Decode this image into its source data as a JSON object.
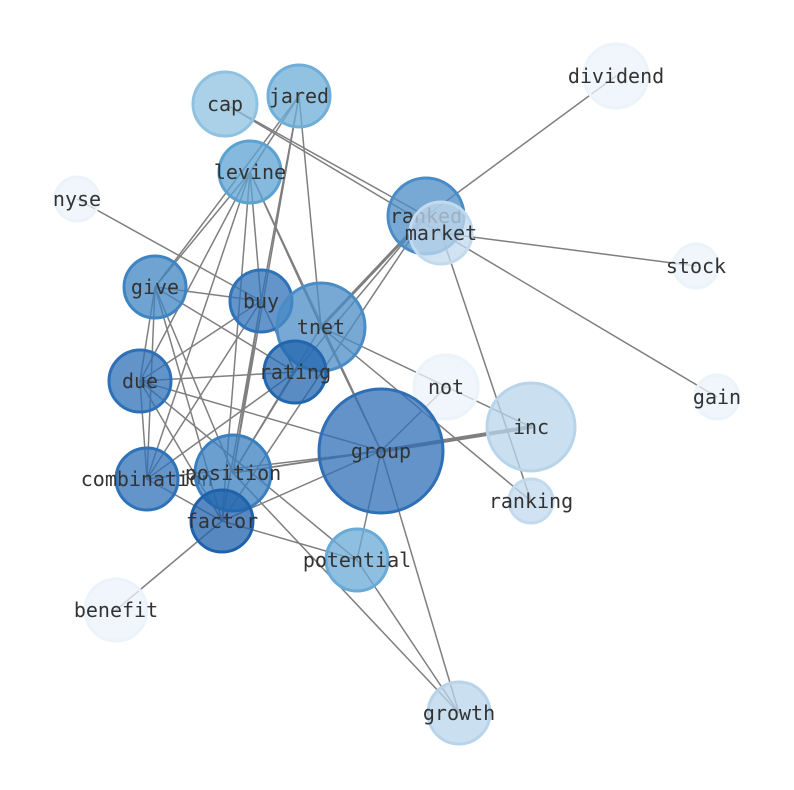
{
  "diagram": {
    "type": "network",
    "nodes": [
      {
        "id": "dividend",
        "label": "dividend",
        "color": "#ebf3fb"
      },
      {
        "id": "cap",
        "label": "cap",
        "color": "#8fc2e1"
      },
      {
        "id": "jared",
        "label": "jared",
        "color": "#6eaed8"
      },
      {
        "id": "levine",
        "label": "levine",
        "color": "#5ca2d1"
      },
      {
        "id": "nyse",
        "label": "nyse",
        "color": "#ebf3fb"
      },
      {
        "id": "ranked",
        "label": "ranked",
        "color": "#4a8cc6"
      },
      {
        "id": "market",
        "label": "market",
        "color": "#c2daee"
      },
      {
        "id": "stock",
        "label": "stock",
        "color": "#ebf3fb"
      },
      {
        "id": "give",
        "label": "give",
        "color": "#3f84c2"
      },
      {
        "id": "buy",
        "label": "buy",
        "color": "#2f72b8"
      },
      {
        "id": "tnet",
        "label": "tnet",
        "color": "#4a8cc6"
      },
      {
        "id": "rating",
        "label": "rating",
        "color": "#2266ae"
      },
      {
        "id": "due",
        "label": "due",
        "color": "#2e70b7"
      },
      {
        "id": "not",
        "label": "not",
        "color": "#ebf3fb"
      },
      {
        "id": "gain",
        "label": "gain",
        "color": "#ebf3fb"
      },
      {
        "id": "inc",
        "label": "inc",
        "color": "#b8d4ea"
      },
      {
        "id": "group",
        "label": "group",
        "color": "#2f6fb5"
      },
      {
        "id": "combination",
        "label": "combination",
        "color": "#2f72b8"
      },
      {
        "id": "position",
        "label": "position",
        "color": "#3a7fbf"
      },
      {
        "id": "ranking",
        "label": "ranking",
        "color": "#c2daee"
      },
      {
        "id": "factor",
        "label": "factor",
        "color": "#1f62ab"
      },
      {
        "id": "potential",
        "label": "potential",
        "color": "#6aaad6"
      },
      {
        "id": "benefit",
        "label": "benefit",
        "color": "#ebf3fb"
      },
      {
        "id": "growth",
        "label": "growth",
        "color": "#b8d4ea"
      }
    ],
    "edges": [
      [
        "dividend",
        "ranked"
      ],
      [
        "cap",
        "ranked"
      ],
      [
        "cap",
        "market"
      ],
      [
        "jared",
        "levine"
      ],
      [
        "jared",
        "give"
      ],
      [
        "jared",
        "buy"
      ],
      [
        "jared",
        "tnet"
      ],
      [
        "jared",
        "position"
      ],
      [
        "levine",
        "give"
      ],
      [
        "levine",
        "due"
      ],
      [
        "levine",
        "buy"
      ],
      [
        "levine",
        "tnet"
      ],
      [
        "levine",
        "group"
      ],
      [
        "levine",
        "combination"
      ],
      [
        "levine",
        "factor"
      ],
      [
        "nyse",
        "buy"
      ],
      [
        "ranked",
        "tnet"
      ],
      [
        "ranked",
        "rating"
      ],
      [
        "ranked",
        "factor"
      ],
      [
        "market",
        "stock"
      ],
      [
        "market",
        "gain"
      ],
      [
        "market",
        "ranking"
      ],
      [
        "give",
        "buy"
      ],
      [
        "give",
        "rating"
      ],
      [
        "give",
        "due"
      ],
      [
        "give",
        "combination"
      ],
      [
        "give",
        "position"
      ],
      [
        "give",
        "factor"
      ],
      [
        "buy",
        "rating"
      ],
      [
        "buy",
        "due"
      ],
      [
        "buy",
        "combination"
      ],
      [
        "buy",
        "position"
      ],
      [
        "buy",
        "factor"
      ],
      [
        "tnet",
        "inc"
      ],
      [
        "tnet",
        "ranking"
      ],
      [
        "tnet",
        "group"
      ],
      [
        "tnet",
        "position"
      ],
      [
        "rating",
        "due"
      ],
      [
        "rating",
        "combination"
      ],
      [
        "rating",
        "position"
      ],
      [
        "due",
        "combination"
      ],
      [
        "due",
        "group"
      ],
      [
        "due",
        "factor"
      ],
      [
        "due",
        "potential"
      ],
      [
        "not",
        "group"
      ],
      [
        "inc",
        "group"
      ],
      [
        "inc",
        "position"
      ],
      [
        "group",
        "combination"
      ],
      [
        "group",
        "position"
      ],
      [
        "group",
        "factor"
      ],
      [
        "group",
        "potential"
      ],
      [
        "group",
        "growth"
      ],
      [
        "combination",
        "factor"
      ],
      [
        "factor",
        "benefit"
      ],
      [
        "factor",
        "potential"
      ],
      [
        "position",
        "growth"
      ],
      [
        "potential",
        "growth"
      ]
    ]
  }
}
